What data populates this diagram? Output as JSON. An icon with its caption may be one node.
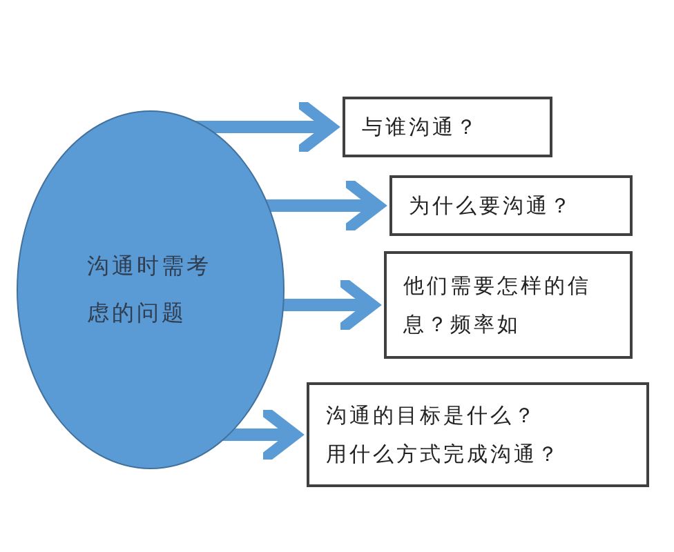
{
  "diagram": {
    "nodes": [
      {
        "text": [
          "沟通时需考虑的问题"
        ]
      },
      {
        "text": [
          "与谁沟通？"
        ]
      },
      {
        "text": [
          "为什么要沟通？"
        ]
      },
      {
        "text": [
          "他们需要怎样的信息？频率如"
        ]
      },
      {
        "text": [
          "沟通的目标是什么？",
          "用什么方式完成沟通？"
        ]
      }
    ],
    "edges": [
      {
        "from": 0,
        "to": 1,
        "arrow": "to"
      },
      {
        "from": 0,
        "to": 2,
        "arrow": "to"
      },
      {
        "from": 0,
        "to": 3,
        "arrow": "to"
      },
      {
        "from": 0,
        "to": 4,
        "arrow": "to"
      }
    ]
  }
}
